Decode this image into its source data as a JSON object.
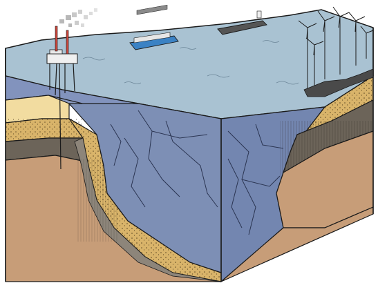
{
  "scene": {
    "elements": [
      "sea-surface",
      "platform",
      "smoke-plume",
      "cargo-ship",
      "tanker-ship",
      "wind-turbines",
      "water-column",
      "seabed-channel",
      "sediment-layers",
      "rock-layers",
      "fault-lines",
      "drill-pipe"
    ]
  },
  "colors": {
    "sky": "#ffffff",
    "sea_surface": "#a9c2d2",
    "water_front": "#7d8fb5",
    "water_left": "#8a9ac0",
    "water_dark": "#5e6f98",
    "sand_light": "#f2dca0",
    "sand_dotted": "#d9b46a",
    "rock_brown": "#c79d78",
    "rock_dark": "#6c6459",
    "rock_grey": "#8d857a",
    "ship_hull": "#3b82c4",
    "outline": "#1a1a1a"
  }
}
